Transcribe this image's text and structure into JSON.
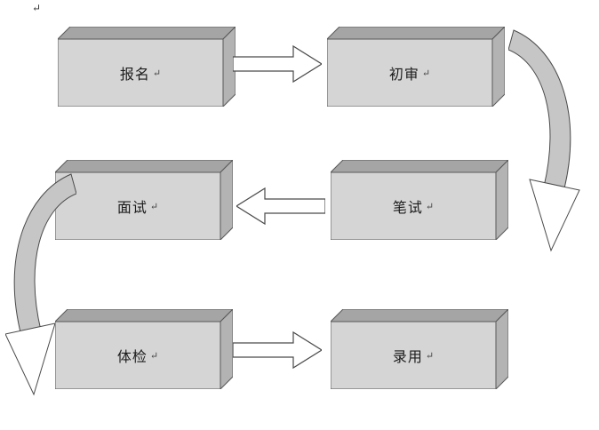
{
  "page": {
    "background": "#ffffff",
    "stray_return_mark": "↵"
  },
  "diagram": {
    "type": "flowchart",
    "return_mark": "↵",
    "nodes": [
      {
        "id": "baoming",
        "label": "报名"
      },
      {
        "id": "chushen",
        "label": "初审"
      },
      {
        "id": "mianshi",
        "label": "面试"
      },
      {
        "id": "bishi",
        "label": "笔试"
      },
      {
        "id": "tijian",
        "label": "体检"
      },
      {
        "id": "luyong",
        "label": "录用"
      }
    ],
    "edges": [
      {
        "from": "报名",
        "to": "初审",
        "type": "straight-right-arrow"
      },
      {
        "from": "初审",
        "to": "笔试",
        "type": "curved-arrow-down-right-side"
      },
      {
        "from": "笔试",
        "to": "面试",
        "type": "straight-left-arrow"
      },
      {
        "from": "面试",
        "to": "体检",
        "type": "curved-arrow-down-left-side"
      },
      {
        "from": "体检",
        "to": "录用",
        "type": "straight-right-arrow"
      }
    ],
    "colors": {
      "box_front": "#d5d5d5",
      "box_top": "#a5a5a5",
      "box_side": "#b3b3b3",
      "outline": "#595959",
      "straight_arrow_fill": "#ffffff",
      "curved_arrow_fill": "#c6c6c6"
    }
  }
}
